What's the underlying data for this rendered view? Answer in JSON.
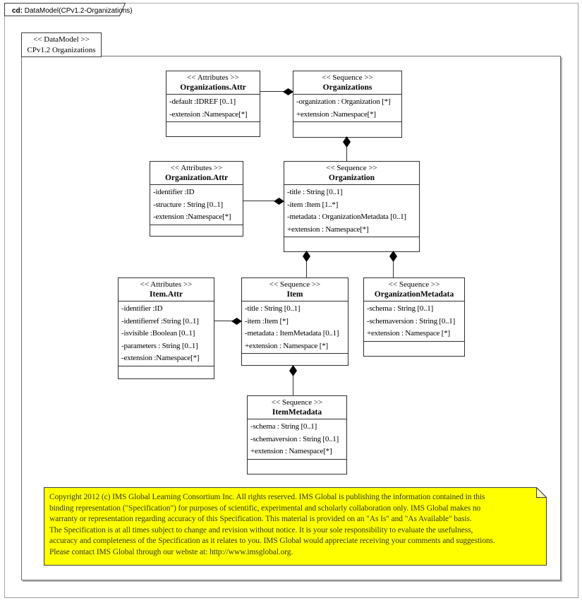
{
  "page_tab": {
    "prefix": "cd:",
    "title": " DataModel(CPv1.2-Organizations)"
  },
  "frame_label": {
    "stereotype": "<< DataModel >>",
    "name": "CPv1.2 Organizations"
  },
  "classes": [
    {
      "id": "organizations-attr",
      "stereotype": "<< Attributes >>",
      "name": "Organizations.Attr",
      "attributes": [
        "-default :IDREF [0..1]",
        "-extension :Namespace[*]"
      ]
    },
    {
      "id": "organizations",
      "stereotype": "<< Sequence >>",
      "name": "Organizations",
      "attributes": [
        "-organization : Organization [*]",
        "+extension :Namespace[*]"
      ]
    },
    {
      "id": "organization-attr",
      "stereotype": "<< Attributes >>",
      "name": "Organization.Attr",
      "attributes": [
        "-identifier  :ID",
        "-structure : String [0..1]",
        "-extension :Namespace[*]"
      ]
    },
    {
      "id": "organization",
      "stereotype": "<< Sequence >>",
      "name": "Organization",
      "attributes": [
        "-title : String [0..1]",
        "-item :Item [1..*]",
        "-metadata : OrganizationMetadata  [0..1]",
        "+extension : Namespace[*]"
      ]
    },
    {
      "id": "item-attr",
      "stereotype": "<< Attributes >>",
      "name": "Item.Attr",
      "attributes": [
        "-identifier  :ID",
        "-identifierref  :String [0..1]",
        "-isvisible  :Boolean [0..1]",
        "-parameters : String [0..1]",
        "-extension :Namespace[*]"
      ]
    },
    {
      "id": "item",
      "stereotype": "<< Sequence >>",
      "name": "Item",
      "attributes": [
        "-title : String [0..1]",
        "-item :Item [*]",
        "-metadata : ItemMetadata [0..1]",
        "+extension : Namespace [*]"
      ]
    },
    {
      "id": "organization-metadata",
      "stereotype": "<< Sequence >>",
      "name": "OrganizationMetadata",
      "attributes": [
        "-schema : String [0..1]",
        "-schemaversion  : String [0..1]",
        "+extension : Namespace [*]"
      ]
    },
    {
      "id": "item-metadata",
      "stereotype": "<< Sequence >>",
      "name": "ItemMetadata",
      "attributes": [
        "-schema : String [0..1]",
        "-schemaversion  : String [0..1]",
        "+extension : Namespace[*]"
      ]
    }
  ],
  "note": {
    "bg_color": "#FFFF00",
    "lines": [
      "Copyright 2012 (c) IMS Global Learning Consortium Inc.  All rights reserved.  IMS Global is publishing the information contained in this",
      "binding representation (\"Specification\") for purposes of scientific, experimental and scholarly collaboration only.  IMS Global makes no",
      "warranty or representation regarding accuracy of this Specification.  This material is provided on an \"As Is\" and \"As Available\" basis.",
      "The Specification is at all times subject to change and revision without notice.  It is your sole responsibility to evaluate the usefulness,",
      "accuracy and completeness of the Specification as it relates to you.  IMS Global would appreciate receiving your comments and suggestions.",
      "Please contact IMS Global through our webste at: http://www.imsglobal.org."
    ]
  }
}
